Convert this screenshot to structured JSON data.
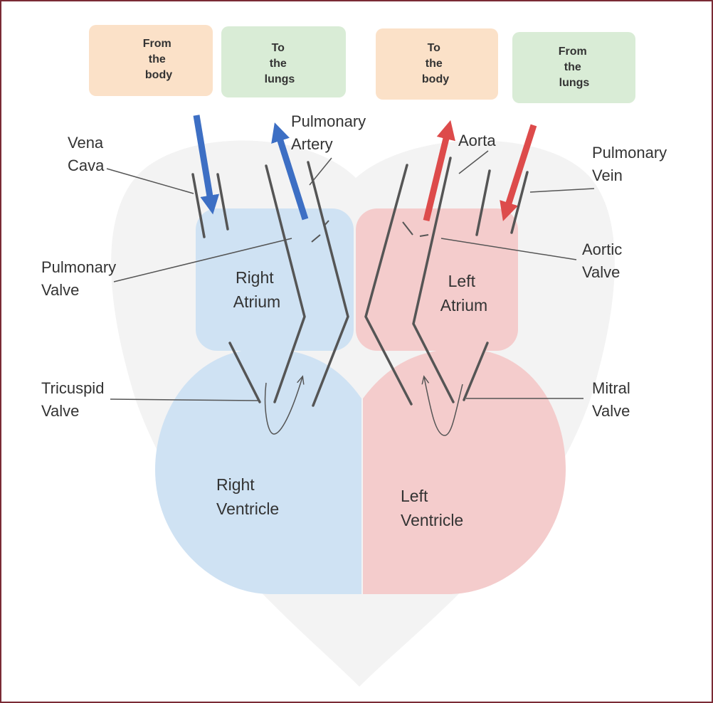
{
  "boxes": {
    "from_body": [
      "From",
      "the",
      "body"
    ],
    "to_lungs": [
      "To",
      "the",
      "lungs"
    ],
    "to_body": [
      "To",
      "the",
      "body"
    ],
    "from_lungs": [
      "From",
      "the",
      "lungs"
    ]
  },
  "chambers": {
    "right_atrium": [
      "Right",
      "Atrium"
    ],
    "left_atrium": [
      "Left",
      "Atrium"
    ],
    "right_ventricle": [
      "Right",
      "Ventricle"
    ],
    "left_ventricle": [
      "Left",
      "Ventricle"
    ]
  },
  "labels": {
    "vena_cava": [
      "Vena",
      "Cava"
    ],
    "pulmonary_artery": [
      "Pulmonary",
      "Artery"
    ],
    "aorta": [
      "Aorta"
    ],
    "pulmonary_vein": [
      "Pulmonary",
      "Vein"
    ],
    "pulmonary_valve": [
      "Pulmonary",
      "Valve"
    ],
    "aortic_valve": [
      "Aortic",
      "Valve"
    ],
    "tricuspid_valve": [
      "Tricuspid",
      "Valve"
    ],
    "mitral_valve": [
      "Mitral",
      "Valve"
    ]
  },
  "colors": {
    "deoxygenated_region": "#cfe2f3",
    "oxygenated_region": "#f4cccc",
    "deoxygenated_arrow": "#3d6fc4",
    "oxygenated_arrow": "#dd4b4b",
    "body_box": "#fbe1c8",
    "lungs_box": "#d9ecd6",
    "heart_outline_fill": "#f3f3f3",
    "vessel_line": "#555555",
    "frame": "#7a2a35"
  }
}
